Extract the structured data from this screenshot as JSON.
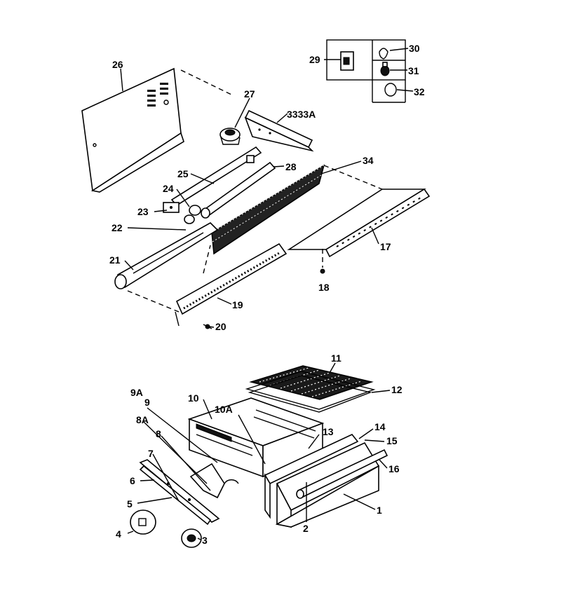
{
  "labels": {
    "l1": "1",
    "l2": "2",
    "l3": "3",
    "l4": "4",
    "l5": "5",
    "l6": "6",
    "l7": "7",
    "l8": "8",
    "l8a": "8A",
    "l9": "9",
    "l9a": "9A",
    "l10": "10",
    "l10a": "10A",
    "l11": "11",
    "l12": "12",
    "l13": "13",
    "l14": "14",
    "l15": "15",
    "l16": "16",
    "l17": "17",
    "l18": "18",
    "l19": "19",
    "l20": "20",
    "l21": "21",
    "l22": "22",
    "l23": "23",
    "l24": "24",
    "l25": "25",
    "l26": "26",
    "l27": "27",
    "l28": "28",
    "l29": "29",
    "l30": "30",
    "l31": "31",
    "l32": "32",
    "l33": "3333A",
    "l34": "34"
  }
}
